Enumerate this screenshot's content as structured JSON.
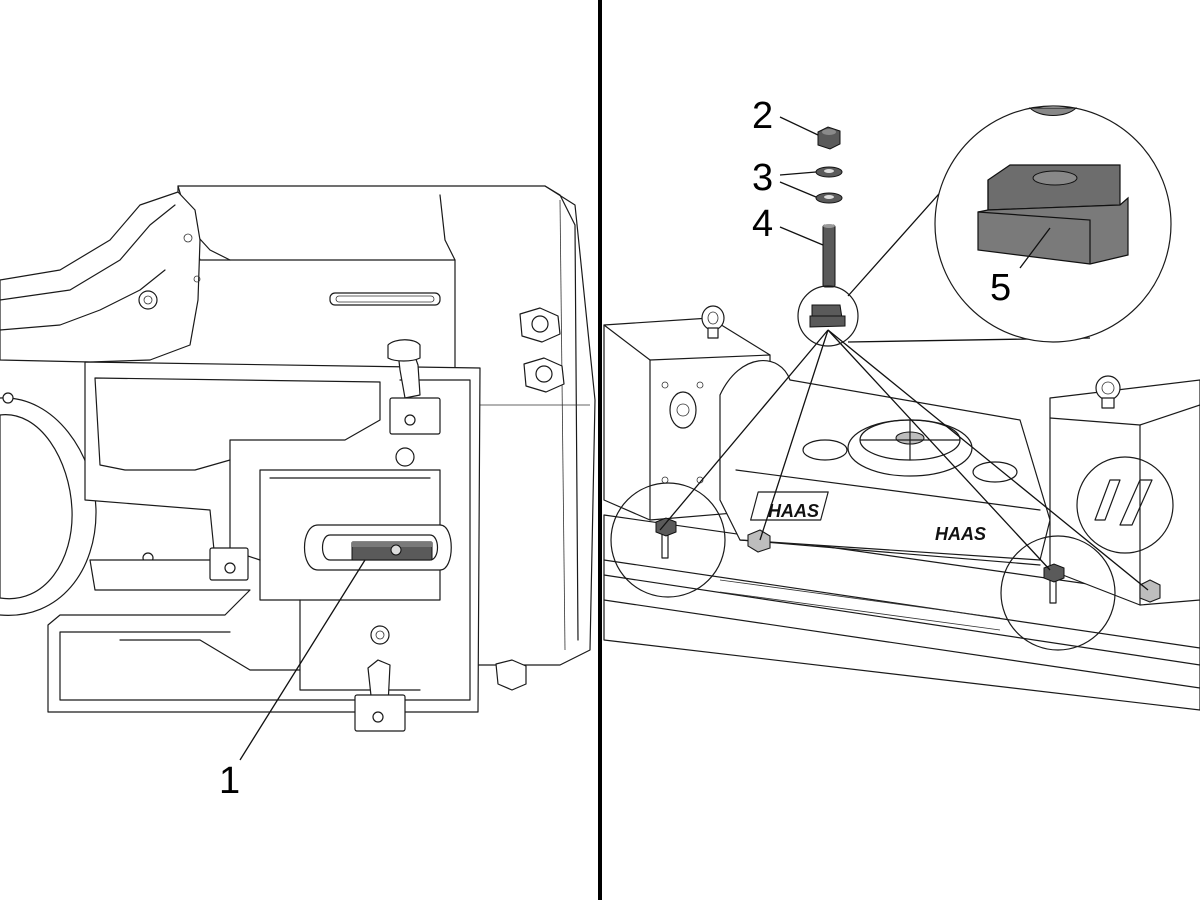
{
  "figure": {
    "left_panel": {
      "callouts": [
        {
          "id": "1",
          "label": "1"
        }
      ]
    },
    "right_panel": {
      "callouts": [
        {
          "id": "2",
          "label": "2"
        },
        {
          "id": "3",
          "label": "3"
        },
        {
          "id": "4",
          "label": "4"
        },
        {
          "id": "5",
          "label": "5"
        }
      ],
      "brand_marks": [
        "HAAS",
        "HAAS"
      ]
    }
  },
  "colors": {
    "line": "#1a1a1a",
    "part_fill": "#ffffff",
    "highlight_fill": "#5a5a5a",
    "divider": "#000000"
  }
}
